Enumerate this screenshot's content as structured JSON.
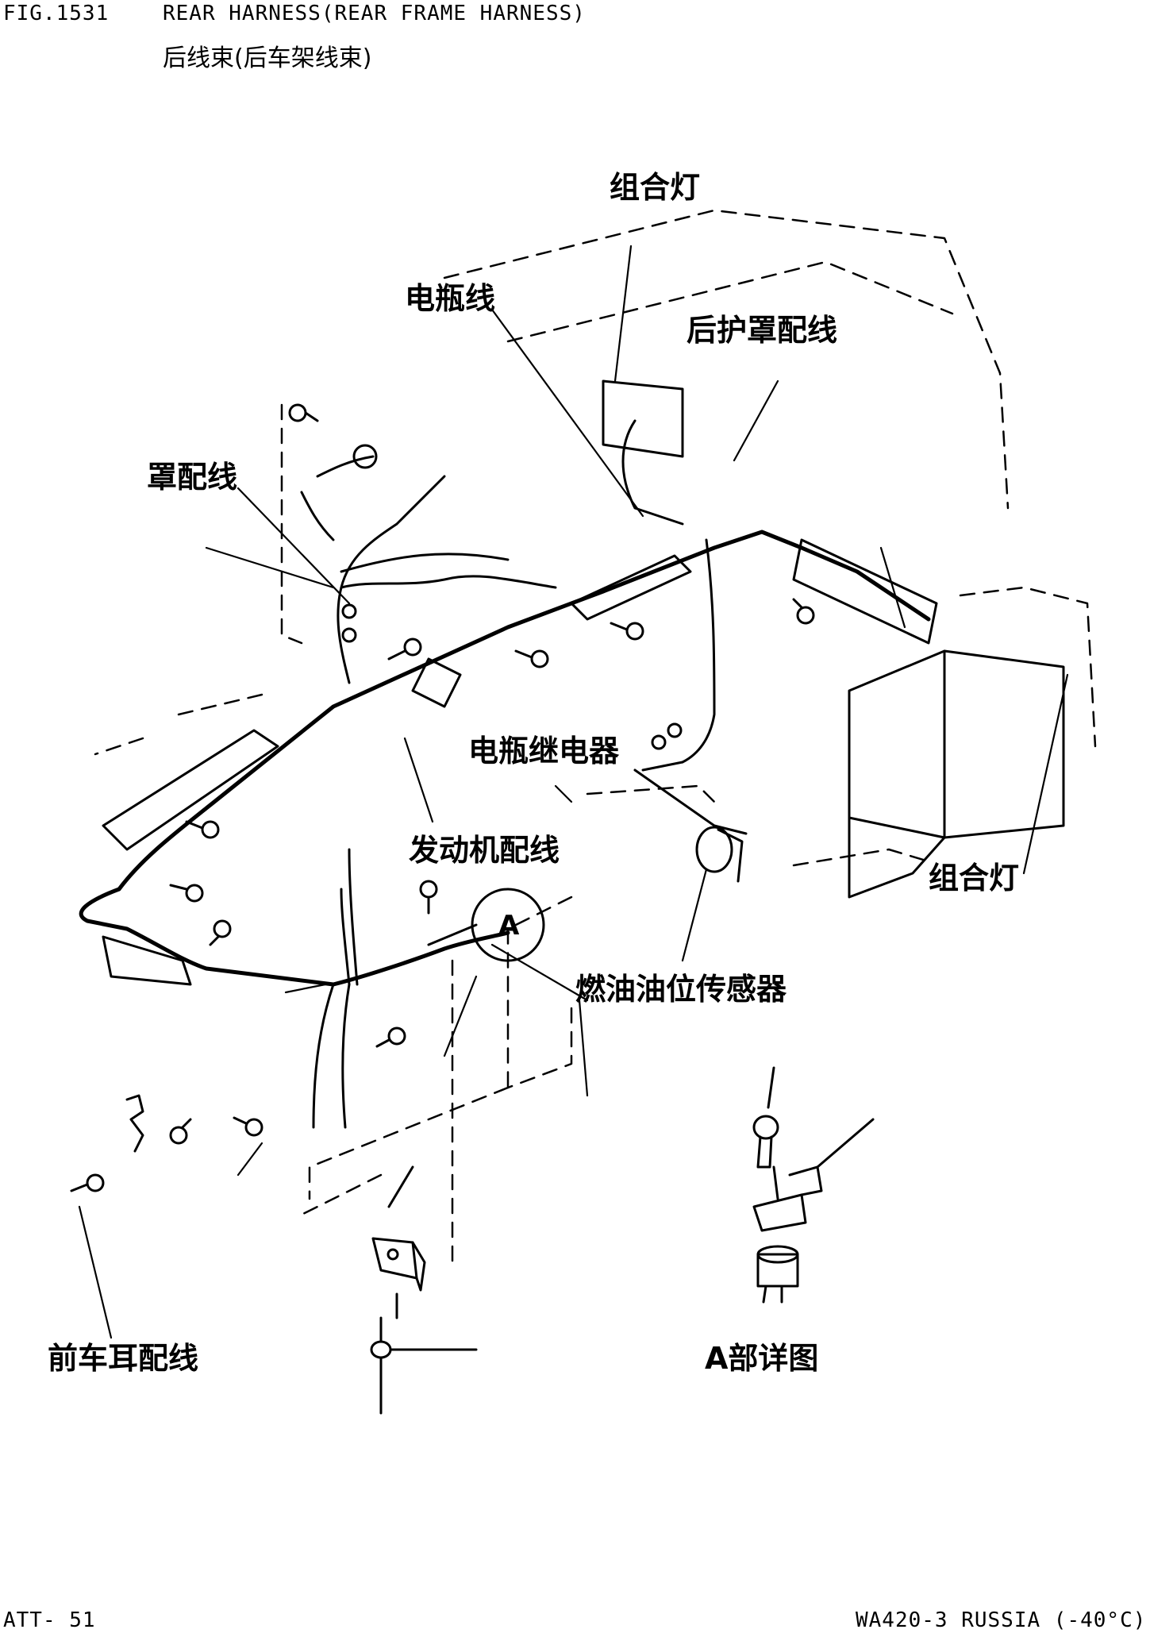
{
  "header": {
    "fig_no": "FIG.1531",
    "title_en": "REAR HARNESS(REAR FRAME HARNESS)",
    "title_cn": "后线束(后车架线束)"
  },
  "labels": {
    "combination_lamp_top": "组合灯",
    "battery_wire": "电瓶线",
    "rear_cover_wiring": "后护罩配线",
    "cover_wiring": "罩配线",
    "battery_relay": "电瓶继电器",
    "engine_wiring": "发动机配线",
    "combination_lamp_right": "组合灯",
    "fuel_level_sensor": "燃油油位传感器",
    "front_fender_wiring": "前车耳配线",
    "detail_a": "A部详图",
    "callout_a": "A"
  },
  "footer": {
    "page": "ATT- 51",
    "model": "WA420-3 RUSSIA (-40°C)"
  }
}
